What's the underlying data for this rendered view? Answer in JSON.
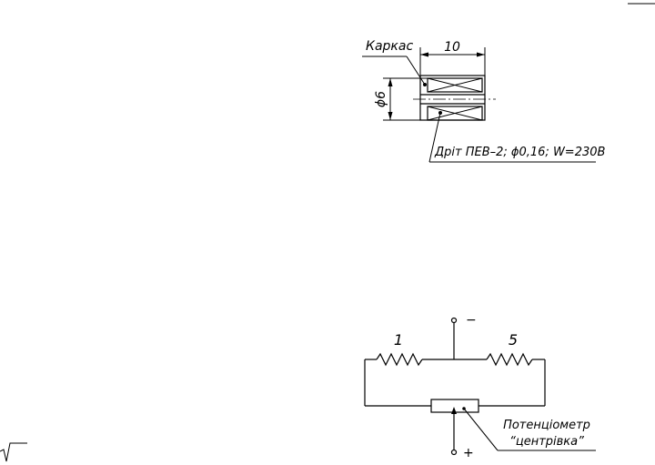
{
  "coil": {
    "frame_label": "Каркас",
    "length_dim": "10",
    "diameter_dim": "ϕ6",
    "wire_spec": "Дріт  ПЕВ–2;  ϕ0,16;  W=230В"
  },
  "circuit": {
    "resistor_left_label": "1",
    "resistor_right_label": "5",
    "terminal_top": "−",
    "terminal_bottom": "+",
    "potentiometer_line1": "Потенціометр",
    "potentiometer_line2": "“центрівка”"
  }
}
